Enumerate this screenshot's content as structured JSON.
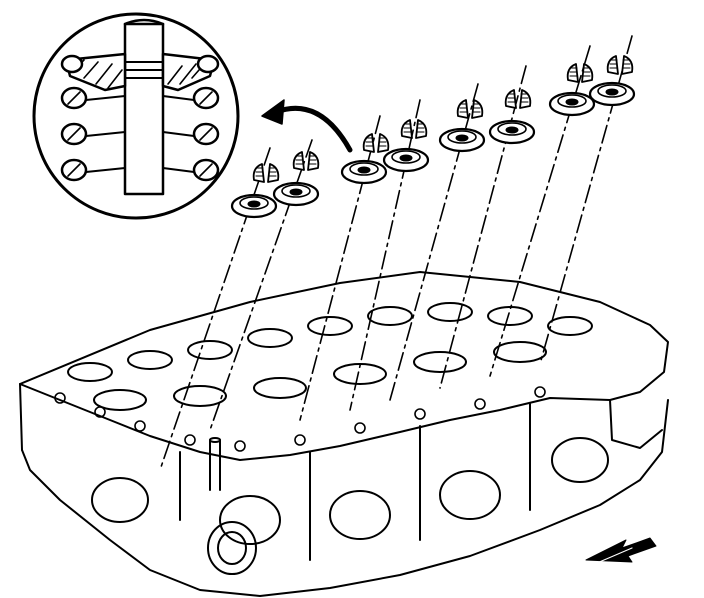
{
  "figure": {
    "background": "#ffffff",
    "ink": "#000000",
    "components": {
      "detail": "detail-view",
      "arrow": "callout-arrow",
      "retainers": "valve-spring-retainers",
      "keepers": "valve-keepers",
      "head": "cylinder-head",
      "direction": "front-direction-arrow"
    }
  }
}
